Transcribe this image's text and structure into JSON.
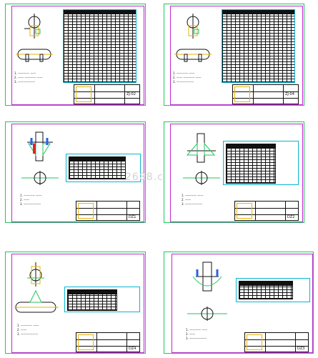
{
  "watermark": "2688.c",
  "sheets": [
    {
      "code": "ZJ-02",
      "notes": [
        "1. ———— ——",
        "2. —— ———— ——",
        "3. ——————"
      ]
    },
    {
      "code": "ZJ-04",
      "notes": [
        "1. ———— ——",
        "2. —— ———— ——",
        "3. ——————"
      ]
    },
    {
      "code": "DZ1",
      "notes": [
        "1. ———— ——",
        "2. ——",
        "3. ——————"
      ]
    },
    {
      "code": "DZ2",
      "notes": [
        "1. ———— ——",
        "2. ——",
        "3. ——————"
      ]
    },
    {
      "code": "DZ4",
      "notes": [
        "1. ———— ——",
        "2. ——",
        "3. ——————"
      ]
    },
    {
      "code": "DZ3",
      "notes": [
        "1. ———— ——",
        "2. ——",
        "3. ——————"
      ]
    }
  ]
}
